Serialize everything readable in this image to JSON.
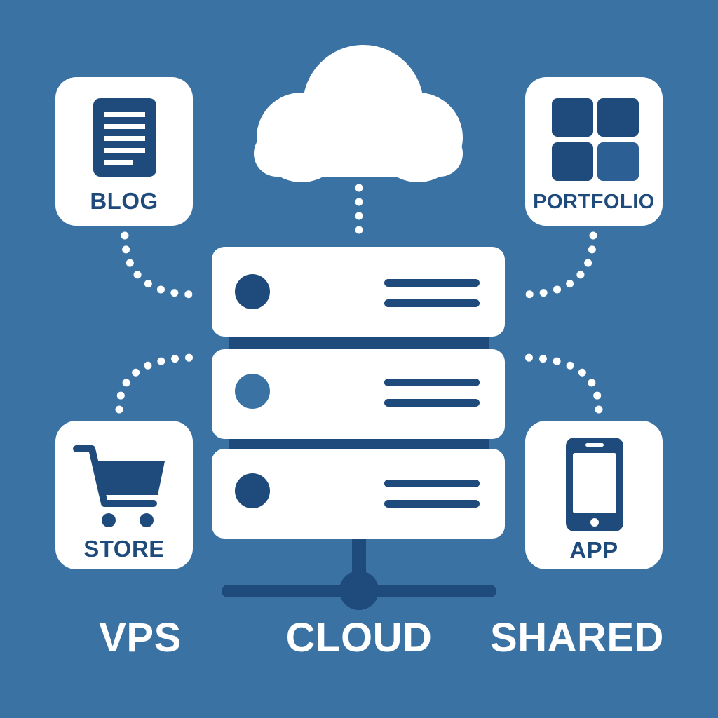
{
  "colors": {
    "background": "#3a72a4",
    "navy": "#1e4a7c",
    "white": "#ffffff"
  },
  "icons": {
    "cloud": "cloud-icon",
    "server": "server-rack-icon",
    "network": "network-hub-icon",
    "blog": "document-icon",
    "portfolio": "grid-icon",
    "store": "shopping-cart-icon",
    "app": "smartphone-icon"
  },
  "cards": {
    "blog": {
      "label": "BLOG"
    },
    "portfolio": {
      "label": "PORTFOLIO"
    },
    "store": {
      "label": "STORE"
    },
    "app": {
      "label": "APP"
    }
  },
  "hosting_types": {
    "vps": "VPS",
    "cloud": "CLOUD",
    "shared": "SHARED"
  }
}
